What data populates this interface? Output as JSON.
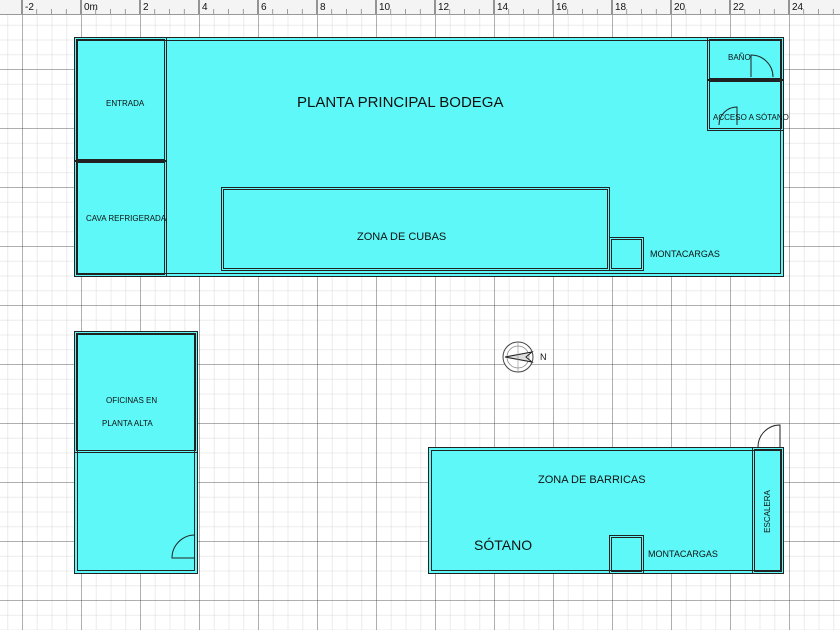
{
  "ruler": {
    "unit": "m",
    "ticks": [
      "-2",
      "0m",
      "2",
      "4",
      "6",
      "8",
      "10",
      "12",
      "14",
      "16",
      "18",
      "20",
      "22",
      "24"
    ]
  },
  "plan": {
    "grid_major_m": 2,
    "fill_color": "#5ef8f8",
    "wall_color": "#222222"
  },
  "rooms": {
    "main_title": "PLANTA PRINCIPAL BODEGA",
    "entrada": "ENTRADA",
    "cava": "CAVA REFRIGERADA",
    "cubas": "ZONA DE CUBAS",
    "montacargas_top": "MONTACARGAS",
    "bano": "BAÑO",
    "acceso": "ACCESO A SÓTANO",
    "oficinas_1": "OFICINAS EN",
    "oficinas_2": "PLANTA ALTA",
    "barricas": "ZONA DE BARRICAS",
    "sotano": "SÓTANO",
    "montacargas_bottom": "MONTACARGAS",
    "escalera": "ESCALERA"
  },
  "compass": {
    "north_label": "N",
    "icon": "compass-icon"
  }
}
